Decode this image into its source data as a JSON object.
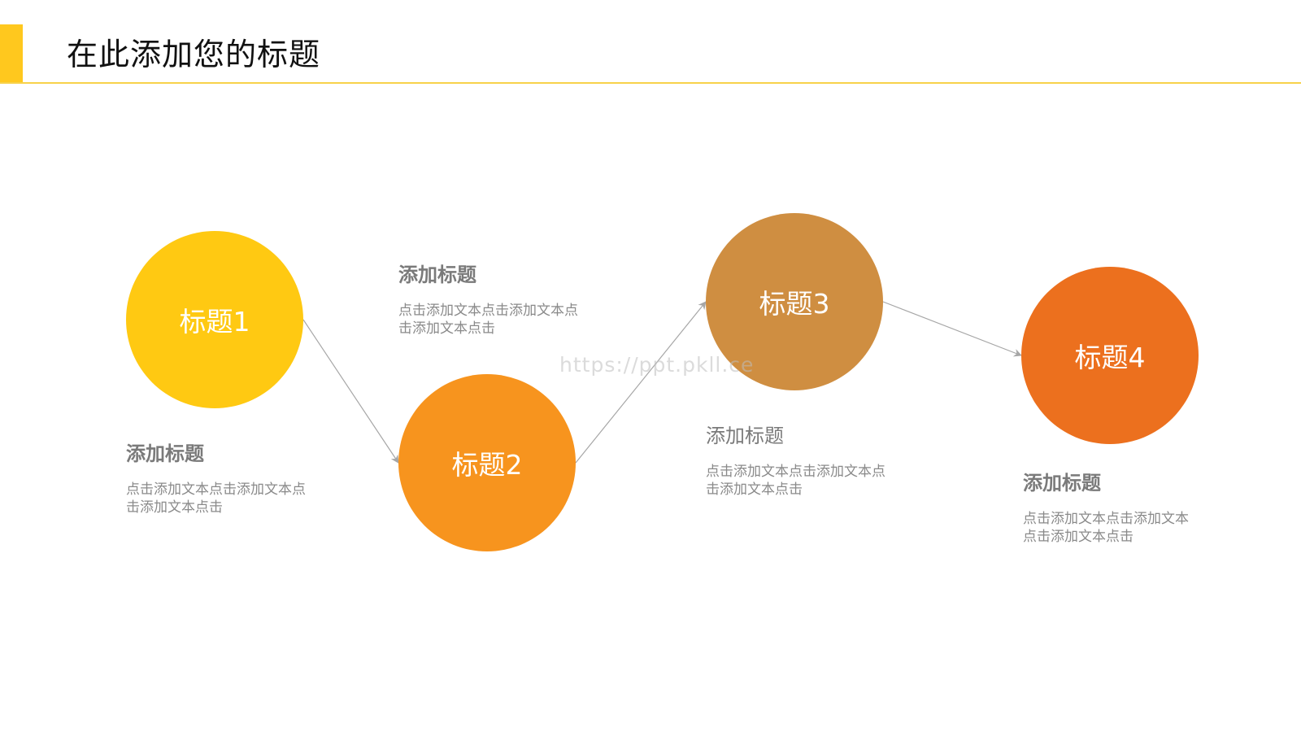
{
  "header": {
    "title": "在此添加您的标题",
    "accent_color": "#FFC81E"
  },
  "steps": [
    {
      "label": "标题1",
      "color": "#FFC912",
      "heading": "添加标题",
      "body": "点击添加文本点击添加文本点击添加文本点击"
    },
    {
      "label": "标题2",
      "color": "#F7941E",
      "heading": "添加标题",
      "body": "点击添加文本点击添加文本点击添加文本点击"
    },
    {
      "label": "标题3",
      "color": "#CF8E41",
      "heading": "添加标题",
      "body": "点击添加文本点击添加文本点击添加文本点击"
    },
    {
      "label": "标题4",
      "color": "#EC701E",
      "heading": "添加标题",
      "body": "点击添加文本点击添加文本点击添加文本点击"
    }
  ],
  "watermark": "https://ppt.pkll.ce",
  "connector_color": "#A6A6A6"
}
